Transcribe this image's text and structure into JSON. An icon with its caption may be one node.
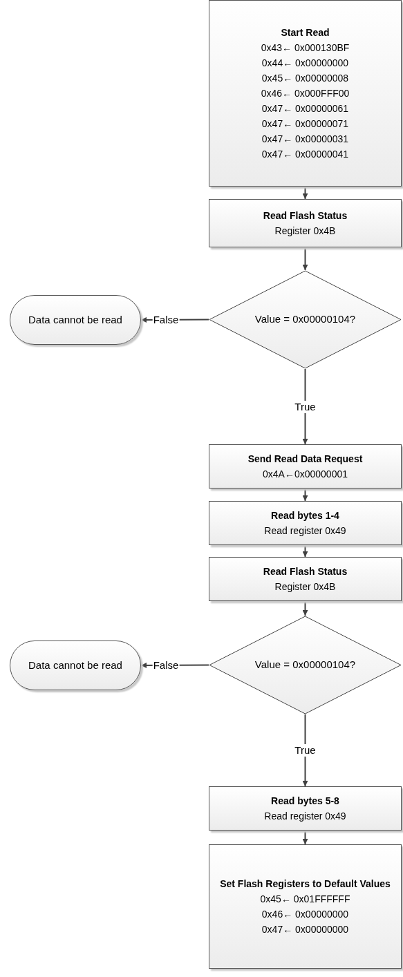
{
  "diagram": {
    "nodes": [
      {
        "text": [
          "Start Read",
          "0x43← 0x000130BF",
          "0x44← 0x00000000",
          "0x45← 0x00000008",
          "0x46← 0x000FFF00",
          "0x47← 0x00000061",
          "0x47← 0x00000071",
          "0x47← 0x00000031",
          "0x47← 0x00000041"
        ]
      },
      {
        "text": [
          "Read Flash Status",
          "Register 0x4B"
        ]
      },
      {
        "text": [
          "Value = 0x00000104?"
        ]
      },
      {
        "text": [
          "Data cannot be read"
        ]
      },
      {
        "text": [
          "Send Read Data Request",
          "0x4A←0x00000001"
        ]
      },
      {
        "text": [
          "Read bytes 1-4",
          "Read register 0x49"
        ]
      },
      {
        "text": [
          "Read Flash Status",
          "Register 0x4B"
        ]
      },
      {
        "text": [
          "Value = 0x00000104?"
        ]
      },
      {
        "text": [
          "Data cannot be read"
        ]
      },
      {
        "text": [
          "Read bytes 5-8",
          "Read register 0x49"
        ]
      },
      {
        "text": [
          "Set Flash Registers to Default Values",
          "0x45← 0x01FFFFFF",
          "0x46← 0x00000000",
          "0x47← 0x00000000"
        ]
      }
    ],
    "edges": [
      {
        "from": 0,
        "to": 1,
        "arrow": "to"
      },
      {
        "from": 1,
        "to": 2,
        "arrow": "to"
      },
      {
        "from": 2,
        "to": 3,
        "arrow": "to",
        "label": "False"
      },
      {
        "from": 2,
        "to": 4,
        "arrow": "to",
        "label": "True"
      },
      {
        "from": 4,
        "to": 5,
        "arrow": "to"
      },
      {
        "from": 5,
        "to": 6,
        "arrow": "to"
      },
      {
        "from": 6,
        "to": 7,
        "arrow": "to"
      },
      {
        "from": 7,
        "to": 8,
        "arrow": "to",
        "label": "False"
      },
      {
        "from": 7,
        "to": 9,
        "arrow": "to",
        "label": "True"
      },
      {
        "from": 9,
        "to": 10,
        "arrow": "to"
      }
    ]
  }
}
